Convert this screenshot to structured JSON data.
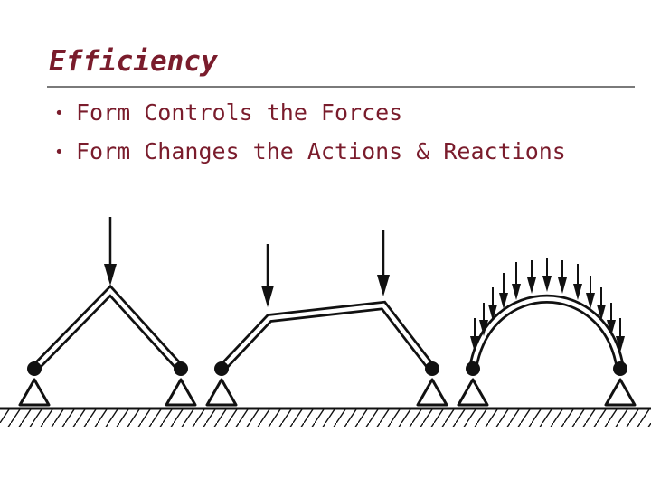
{
  "slide": {
    "title": "Efficiency",
    "bullets": [
      {
        "marker": "•",
        "text": "Form Controls the Forces"
      },
      {
        "marker": "•",
        "text": "Form Changes the Actions & Reactions"
      }
    ]
  },
  "colors": {
    "title": "#7a1c2c",
    "bullet_text": "#7a1c2c",
    "rule": "#7a7a7a",
    "drawing": "#111111"
  },
  "diagram": {
    "structures": [
      "triangular-truss-point-load",
      "bent-frame-two-point-loads",
      "arch-distributed-load"
    ]
  }
}
